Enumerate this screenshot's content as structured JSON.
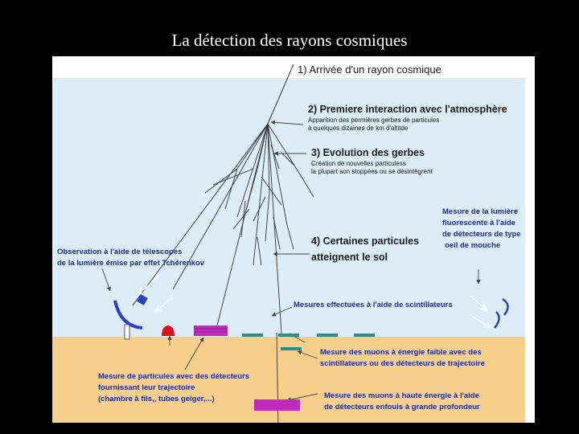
{
  "slide": {
    "title": "La détection des rayons cosmiques"
  },
  "steps": {
    "arrival": "1) Arrivée d'un rayon cosmique",
    "first_title": "2) Premiere interaction avec l'atmosphère",
    "first_line1": "Apparition des permières gerbes de particules",
    "first_line2": "à quelques dizaines de km d'altitde",
    "evolution_title": "3) Evolution des gerbes",
    "evolution_line1": "Création de nouvelles  particuless",
    "evolution_line2": "la plupart son stoppées ou se désintègrent",
    "ground_line1": "4) Certaines particules",
    "ground_line2": "atteignent le sol"
  },
  "annotations": {
    "fluo_line1": "Mesure de la lumière",
    "fluo_line2": "fluorescente à l'aide",
    "fluo_line3": "de détecteurs de type",
    "fluo_line4": "oeil de mouche",
    "cherenkov_line1": "Observation à l'aide de télescopes",
    "cherenkov_line2": "de la lumière émise par effet Tchérenkov",
    "scint": "Mesures effectuées à l'aide de scintillateurs",
    "muons_low_line1": "Mesure des muons à énergie faible avec des",
    "muons_low_line2": "scintillateurs ou des détecteurs de trajectoire",
    "tracking_line1": "Mesure de particules avec des détecteurs",
    "tracking_line2": "fournissant leur trajectoire",
    "tracking_line3": "(chambre à fils,, tubes geiger,...)",
    "muons_high_line1": "Mesure des muons à haute énergie à l'aide",
    "muons_high_line2": "de détecteurs enfouis à grande profondeur"
  },
  "colors": {
    "sky": "#dcedf8",
    "ground": "#f6cf8b",
    "detector_teal": "#2a8e8a",
    "detector_magenta": "#c02abd",
    "detector_red": "#e0101a",
    "telescope_blue": "#2b3fc8",
    "annotation_blue": "#1a2aa8"
  }
}
